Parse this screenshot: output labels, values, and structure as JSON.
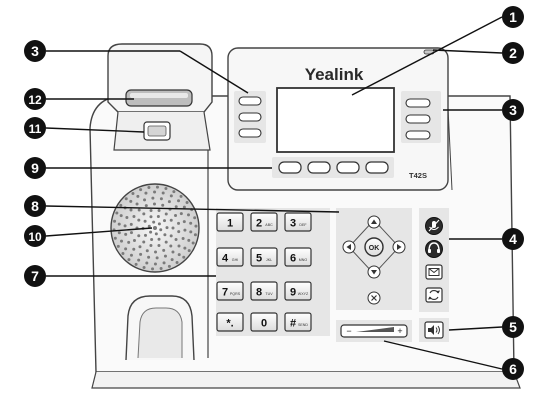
{
  "brand": "Yealink",
  "model": "T42S",
  "keypad": [
    {
      "main": "1",
      "sub": ""
    },
    {
      "main": "2",
      "sub": "ABC"
    },
    {
      "main": "3",
      "sub": "DEF"
    },
    {
      "main": "4",
      "sub": "GHI"
    },
    {
      "main": "5",
      "sub": "JKL"
    },
    {
      "main": "6",
      "sub": "MNO"
    },
    {
      "main": "7",
      "sub": "PQRS"
    },
    {
      "main": "8",
      "sub": "TUV"
    },
    {
      "main": "9",
      "sub": "WXYZ"
    },
    {
      "main": "*.",
      "sub": ""
    },
    {
      "main": "0",
      "sub": ""
    },
    {
      "main": "#",
      "sub": "SEND"
    }
  ],
  "nav": {
    "ok": "OK"
  },
  "volume": {
    "minus": "−",
    "plus": "+"
  },
  "callouts": {
    "c1": "1",
    "c2": "2",
    "c3_left": "3",
    "c3_right": "3",
    "c4": "4",
    "c5": "5",
    "c6": "6",
    "c7": "7",
    "c8": "8",
    "c9": "9",
    "c10": "10",
    "c11": "11",
    "c12": "12"
  },
  "icons": {
    "mute": "mute-icon",
    "headset": "headset-icon",
    "message": "message-icon",
    "redial": "redial-icon",
    "speaker": "speaker-icon",
    "ok": "ok-icon",
    "cancel": "cancel-icon"
  },
  "colors": {
    "outline": "#444444",
    "panel": "#e6e6e6",
    "callout_fill": "#111111",
    "callout_text": "#ffffff"
  }
}
